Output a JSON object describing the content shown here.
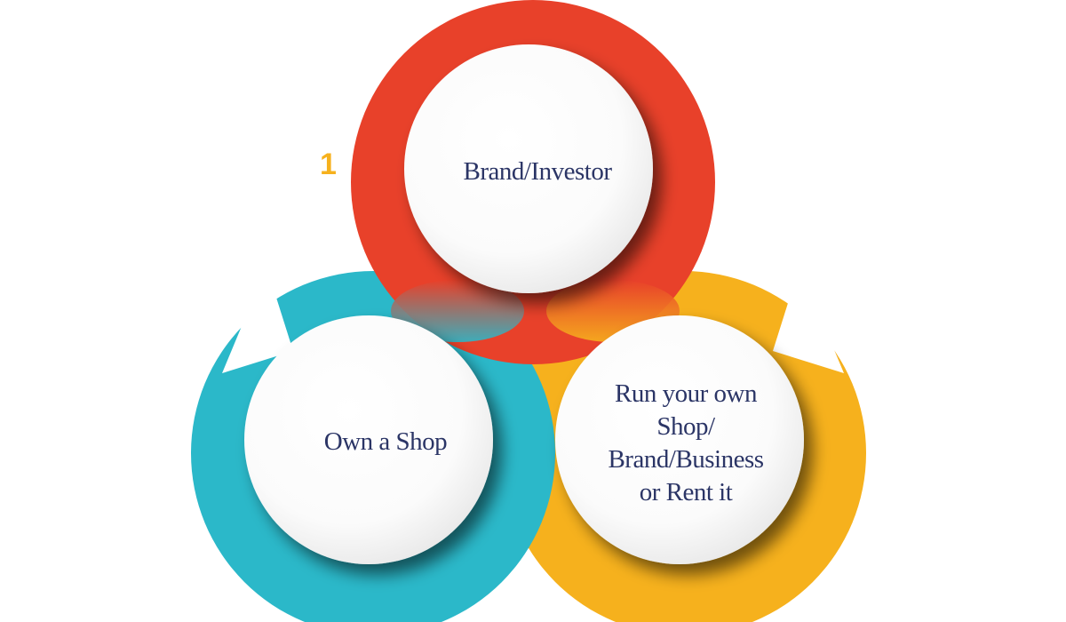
{
  "step_number": "1",
  "colors": {
    "red": "#e8412a",
    "teal": "#2bb8c9",
    "yellow": "#f6b11d",
    "text": "#2b3566",
    "inner": "#ffffff"
  },
  "circles": [
    {
      "id": "top",
      "label": "Brand/Investor",
      "color_key": "red"
    },
    {
      "id": "left",
      "label": "Own a Shop",
      "color_key": "teal"
    },
    {
      "id": "right",
      "label_lines": [
        "Run your own",
        "Shop/",
        "Brand/Business",
        "or Rent it"
      ],
      "color_key": "yellow"
    }
  ]
}
